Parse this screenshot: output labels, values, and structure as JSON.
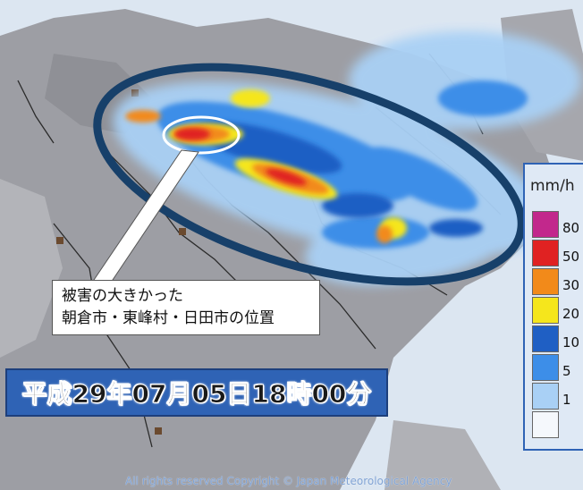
{
  "callout": {
    "line1": "被害の大きかった",
    "line2": "朝倉市・東峰村・日田市の位置"
  },
  "timestamp": "平成29年07月05日18時00分",
  "legend": {
    "unit": "mm/h",
    "items": [
      {
        "label": "80",
        "color": "#c2288c"
      },
      {
        "label": "50",
        "color": "#e02222"
      },
      {
        "label": "30",
        "color": "#f28a1a"
      },
      {
        "label": "20",
        "color": "#f5e61c"
      },
      {
        "label": "10",
        "color": "#1f5fc4"
      },
      {
        "label": "5",
        "color": "#3d8ee8"
      },
      {
        "label": "1",
        "color": "#a9d0f5"
      },
      {
        "label": "",
        "color": "#f5f8fc"
      }
    ]
  },
  "copyright": "All rights reserved Copyright © Japan Meteorological Agency",
  "colors": {
    "land": "#9d9ea4",
    "sea": "#dce6f1",
    "ellipse": "#17406a"
  }
}
